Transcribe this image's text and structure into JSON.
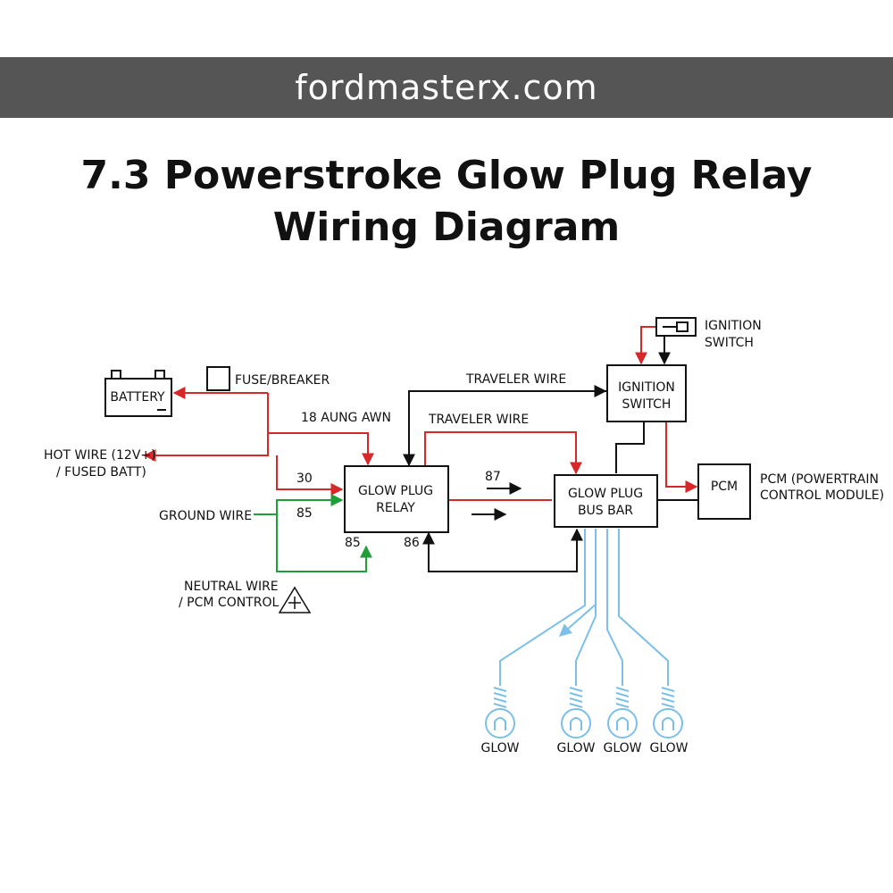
{
  "header": {
    "site": "fordmasterx.com"
  },
  "title": {
    "line1": "7.3 Powerstroke Glow Plug Relay",
    "line2": "Wiring Diagram"
  },
  "components": {
    "battery": "BATTERY",
    "fuse": "FUSE/BREAKER",
    "relay_line1": "GLOW PLUG",
    "relay_line2": "RELAY",
    "busbar_line1": "GLOW PLUG",
    "busbar_line2": "BUS BAR",
    "ign_box_line1": "IGNITION",
    "ign_box_line2": "SWITCH",
    "ign_top_line1": "IGNITION",
    "ign_top_line2": "SWITCH",
    "pcm": "PCM",
    "pcm_desc_line1": "PCM (POWERTRAIN",
    "pcm_desc_line2": "CONTROL MODULE)"
  },
  "wires": {
    "gauge": "18 AUNG AWN",
    "hot_line1": "HOT WIRE (12V+)",
    "hot_line2": "/ FUSED BATT)",
    "ground": "GROUND WIRE",
    "neutral_line1": "NEUTRAL WIRE",
    "neutral_line2": "/ PCM CONTROL",
    "traveler_top": "TRAVELER WIRE",
    "traveler_mid": "TRAVELER WIRE"
  },
  "pins": {
    "p30": "30",
    "p85_left": "85",
    "p85_bottom": "85",
    "p86": "86",
    "p87": "87"
  },
  "glow_labels": [
    "GLOW",
    "GLOW",
    "GLOW",
    "GLOW"
  ],
  "colors": {
    "banner": "#555555",
    "hot": "#d62828",
    "ground": "#1f9e3a",
    "control": "#111111",
    "glow": "#7cc0e8"
  }
}
